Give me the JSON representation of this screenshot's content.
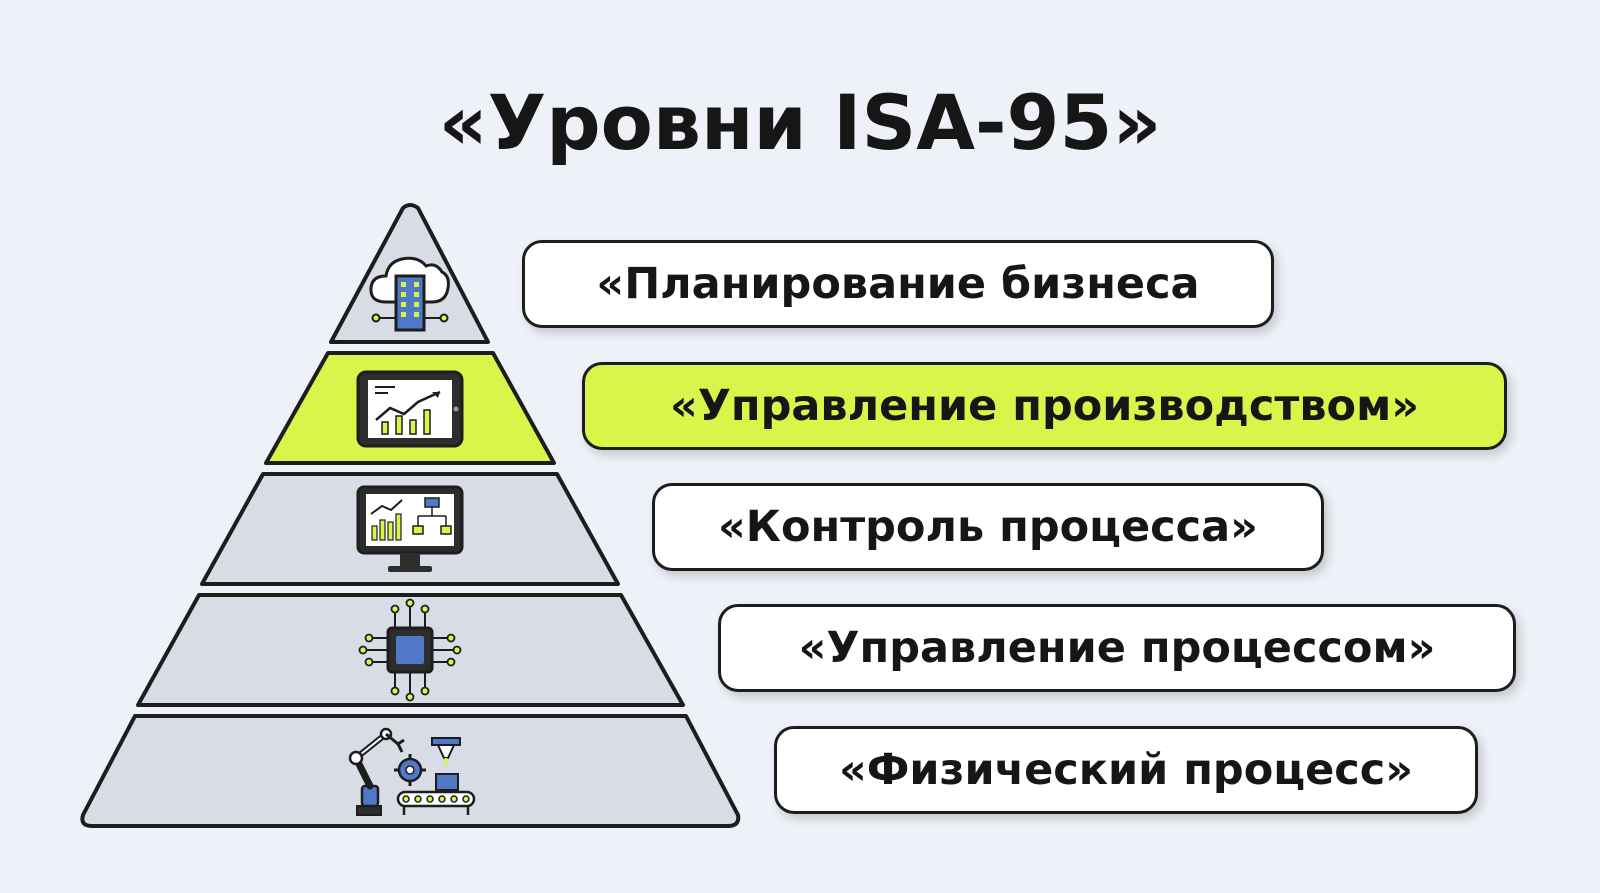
{
  "title": "«Уровни ISA-95»",
  "colors": {
    "background": "#eef2f8",
    "tier_fill": "#d7dce5",
    "highlight": "#d8f549",
    "outline": "#1d1d1d",
    "icon_accent": "#d8f549",
    "icon_blue": "#4f79c7"
  },
  "levels": [
    {
      "label": "«Планирование бизнеса",
      "icon": "cloud-building-icon",
      "highlighted": false
    },
    {
      "label": "«Управление производством»",
      "icon": "tablet-chart-icon",
      "highlighted": true
    },
    {
      "label": "«Контроль процесса»",
      "icon": "monitor-dashboard-icon",
      "highlighted": false
    },
    {
      "label": "«Управление процессом»",
      "icon": "microchip-icon",
      "highlighted": false
    },
    {
      "label": "«Физический процесс»",
      "icon": "robot-arm-icon",
      "highlighted": false
    }
  ]
}
